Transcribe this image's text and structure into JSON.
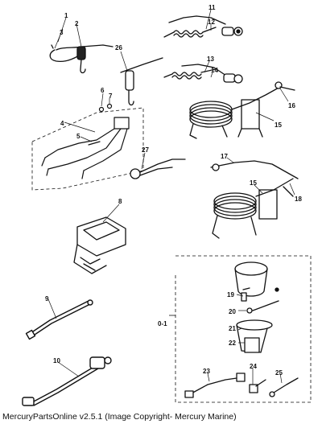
{
  "diagram": {
    "callouts": [
      "1",
      "2",
      "3",
      "4",
      "5",
      "6",
      "7",
      "8",
      "9",
      "10",
      "11",
      "12",
      "13",
      "14",
      "15",
      "16",
      "17",
      "15",
      "18",
      "19",
      "20",
      "21",
      "22",
      "23",
      "24",
      "25",
      "26",
      "27"
    ],
    "group_label": "0-1"
  },
  "footer": {
    "caption": "MercuryPartsOnline v2.5.1 (Image Copyright- Mercury Marine)"
  }
}
